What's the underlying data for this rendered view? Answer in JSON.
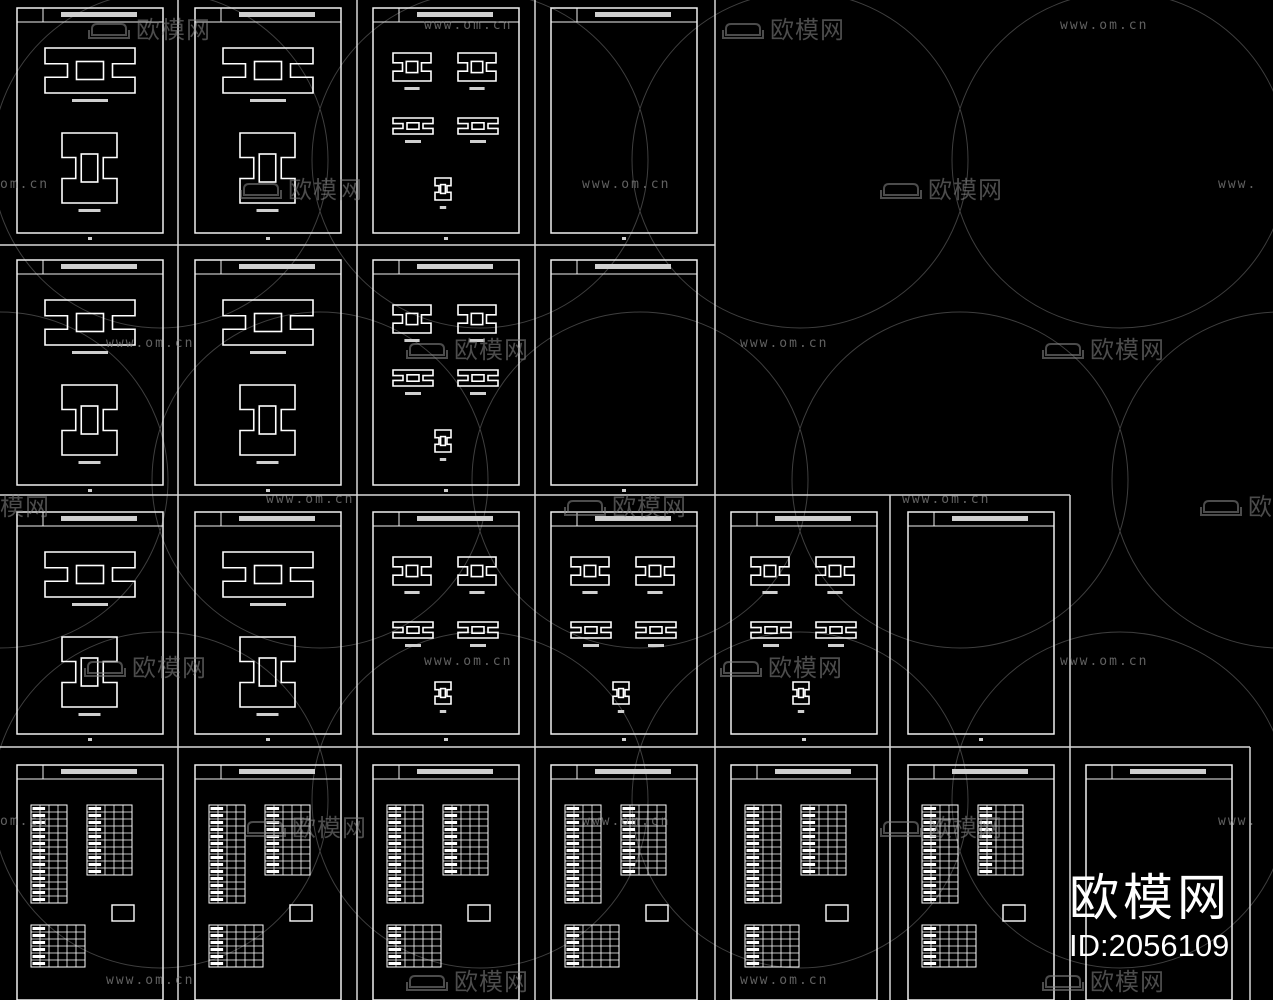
{
  "brand": {
    "name": "欧模网",
    "id": "ID:2056109"
  },
  "watermarks": {
    "cn_text": "欧模网",
    "url_text": "www.om.cn",
    "url_partial_left": "om.cn",
    "url_partial_right": "www.",
    "cn_partial_left": "模网",
    "cn_partial_right": "欧"
  },
  "colors": {
    "background": "#000000",
    "lines": "#ffffff",
    "grid": "#d0d0d0",
    "watermark": "#8a8a8a"
  }
}
